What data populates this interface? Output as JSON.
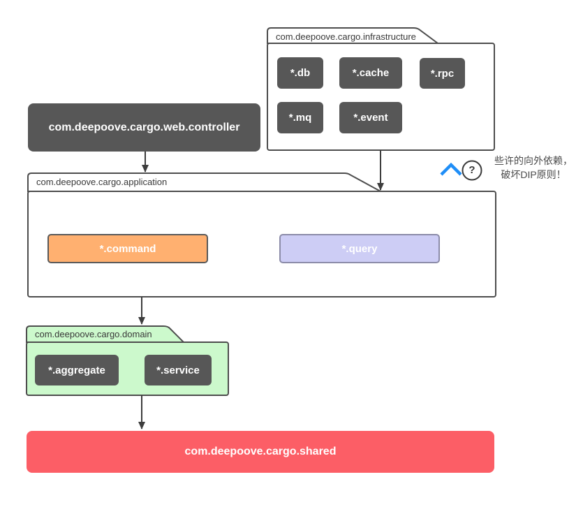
{
  "packages": {
    "infrastructure": {
      "label": "com.deepoove.cargo.infrastructure",
      "modules": [
        {
          "label": "*.db"
        },
        {
          "label": "*.cache"
        },
        {
          "label": "*.rpc"
        },
        {
          "label": "*.mq"
        },
        {
          "label": "*.event"
        }
      ]
    },
    "application": {
      "label": "com.deepoove.cargo.application",
      "modules": [
        {
          "label": "*.command",
          "fill": "#ffb070"
        },
        {
          "label": "*.query",
          "fill": "#cdcdf5"
        }
      ]
    },
    "domain": {
      "label": "com.deepoove.cargo.domain",
      "fill": "#ccf9cc",
      "modules": [
        {
          "label": "*.aggregate"
        },
        {
          "label": "*.service"
        }
      ]
    }
  },
  "nodes": {
    "web_controller": {
      "label": "com.deepoove.cargo.web.controller",
      "fill": "#575757"
    },
    "shared": {
      "label": "com.deepoove.cargo.shared",
      "fill": "#fc5e66"
    }
  },
  "annotation": {
    "line1": "些许的向外依赖，",
    "line2": "破坏DIP原则！",
    "help_glyph": "?",
    "icons": [
      {
        "name": "chevron-up-icon",
        "color": "#1f8ef7"
      },
      {
        "name": "question-mark-icon",
        "color": "#383838"
      }
    ]
  },
  "colors": {
    "module_dark": "#575757",
    "border": "#4d4d4d",
    "arrow": "#3d3d3d",
    "command_orange": "#ffb070",
    "query_lavender": "#cdcdf5",
    "domain_green": "#ccf9cc",
    "shared_red": "#fc5e66",
    "accent_blue": "#1f8ef7"
  }
}
